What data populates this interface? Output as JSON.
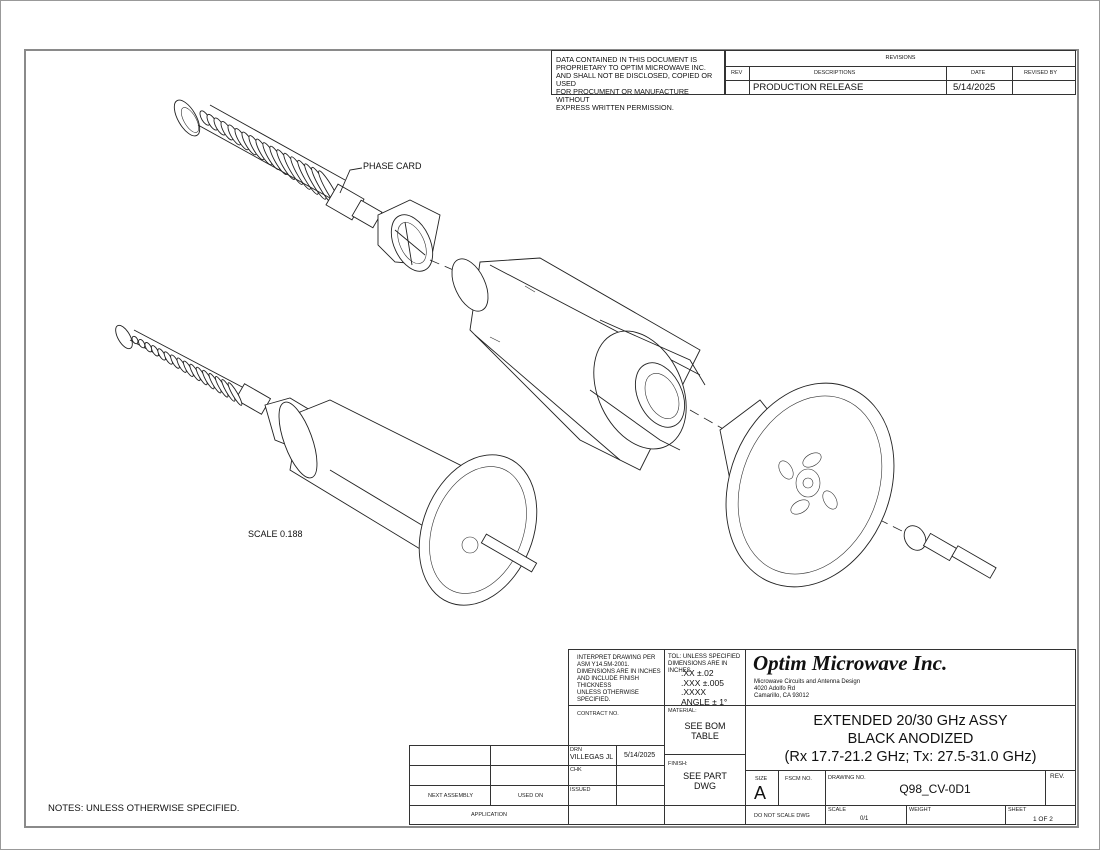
{
  "proprietary_notice": [
    "DATA CONTAINED IN THIS DOCUMENT IS",
    "PROPRIETARY TO OPTIM MICROWAVE INC.",
    "AND SHALL NOT BE DISCLOSED, COPIED OR USED",
    "FOR PROCUMENT OR MANUFACTURE WITHOUT",
    "EXPRESS WRITTEN PERMISSION."
  ],
  "revisions": {
    "title": "REVISIONS",
    "headers": {
      "rev": "REV",
      "description": "DESCRIPTIONS",
      "date": "DATE",
      "revised_by": "REVISED BY"
    },
    "rows": [
      {
        "rev": "",
        "description": "PRODUCTION RELEASE",
        "date": "5/14/2025",
        "revised_by": ""
      }
    ]
  },
  "drawing": {
    "callout_phase_card": "PHASE CARD",
    "scale_note": "SCALE  0.188",
    "notes": "NOTES: UNLESS OTHERWISE SPECIFIED."
  },
  "title_block": {
    "interpret": [
      "INTERPRET DRAWING PER",
      "ASM Y14.5M-2001.",
      "DIMENSIONS ARE IN INCHES",
      "AND INCLUDE FINISH",
      "THICKNESS",
      "UNLESS OTHERWISE SPECIFIED."
    ],
    "tolerance_header": [
      "TOL: UNLESS SPECIFIED",
      "DIMENSIONS ARE IN INCHES."
    ],
    "tolerances": [
      ".XX  ±.02",
      ".XXX  ±.005",
      ".XXXX",
      "ANGLE ± 1°"
    ],
    "company": "Optim Microwave Inc.",
    "company_lines": [
      "Microwave Circuits and Antenna Design",
      "4020 Adolfo Rd",
      "Camarillo, CA 93012"
    ],
    "contract_no_label": "CONTRACT NO.",
    "contract_no": "",
    "material_label": "MATERIAL:",
    "material": [
      "SEE BOM",
      "TABLE"
    ],
    "finish_label": "FINISH:",
    "finish": [
      "SEE PART",
      "DWG"
    ],
    "drn_label": "DRN",
    "drn_name": "VILLEGAS JL",
    "drn_date": "5/14/2025",
    "chk_label": "CHK",
    "issued_label": "ISSUED",
    "next_assembly_label": "NEXT ASSEMBLY",
    "used_on_label": "USED ON",
    "application_label": "APPLICATION",
    "title": [
      "EXTENDED 20/30 GHz ASSY",
      "BLACK ANODIZED",
      "(Rx 17.7-21.2 GHz; Tx: 27.5-31.0 GHz)"
    ],
    "size_label": "SIZE",
    "size": "A",
    "fscm_label": "FSCM NO.",
    "fscm": "",
    "drawing_no_label": "DRAWING NO.",
    "drawing_no": "Q98_CV-0D1",
    "rev_label": "REV.",
    "rev": "",
    "do_not_scale": "DO NOT SCALE DWG",
    "scale_label": "SCALE",
    "scale": "0/1",
    "weight_label": "WEIGHT",
    "weight": "",
    "sheet_label": "SHEET",
    "sheet": "1 OF 2"
  }
}
